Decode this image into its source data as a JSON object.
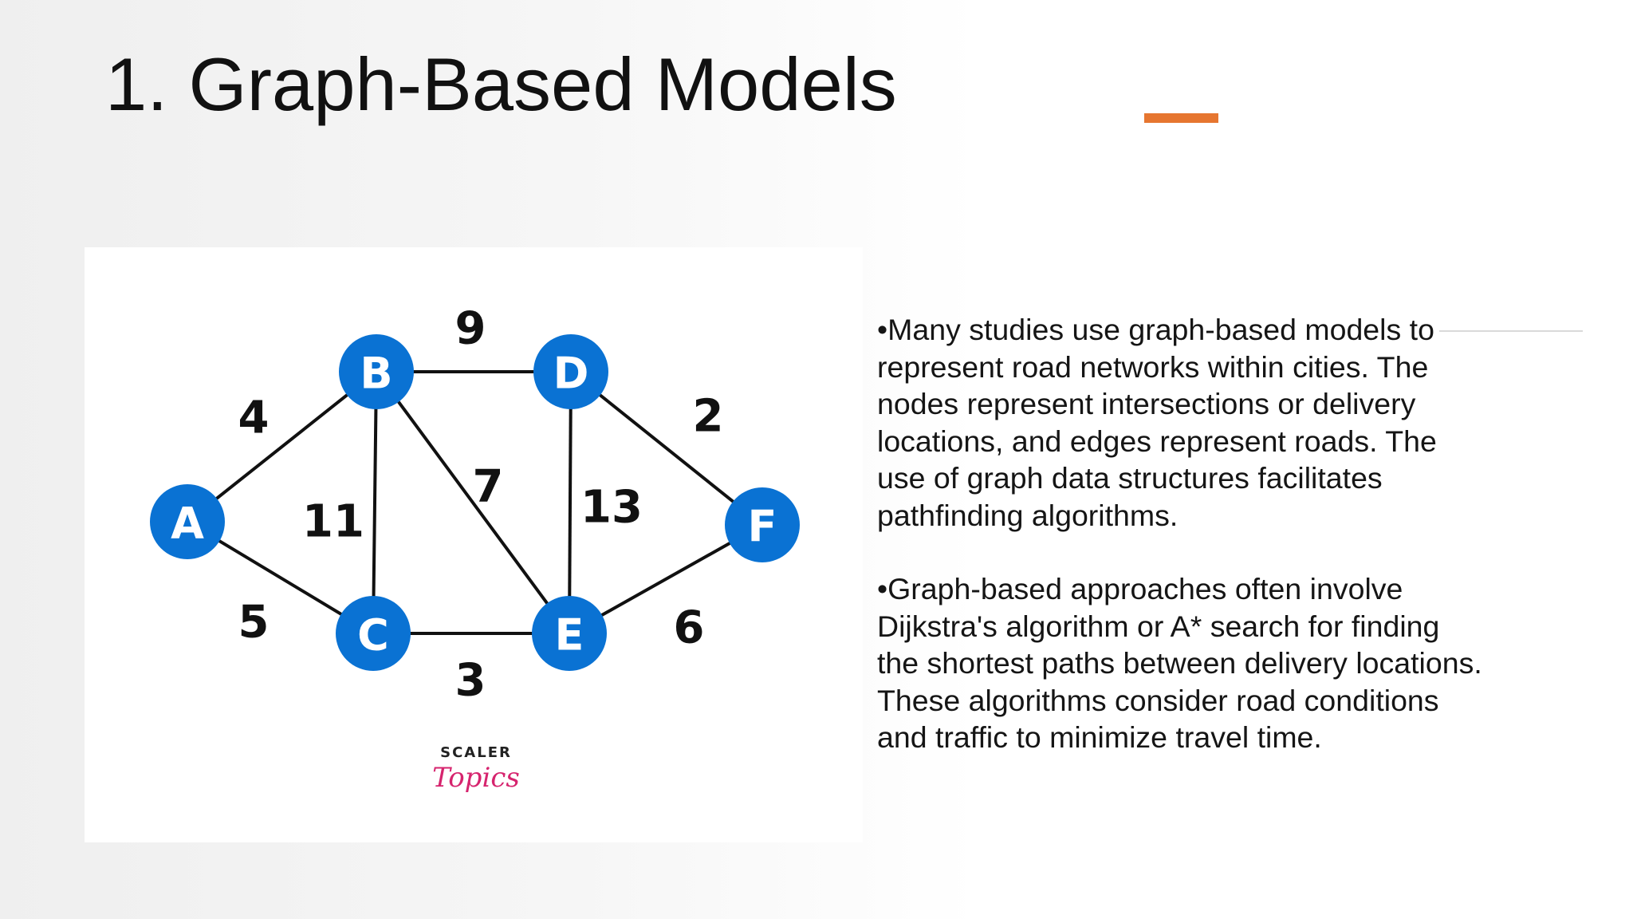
{
  "slide": {
    "title": "1. Graph-Based Models",
    "accent_color": "#e67630"
  },
  "diagram": {
    "node_color": "#0a72d3",
    "nodes": [
      {
        "id": "A",
        "label": "A"
      },
      {
        "id": "B",
        "label": "B"
      },
      {
        "id": "C",
        "label": "C"
      },
      {
        "id": "D",
        "label": "D"
      },
      {
        "id": "E",
        "label": "E"
      },
      {
        "id": "F",
        "label": "F"
      }
    ],
    "edges": [
      {
        "from": "A",
        "to": "B",
        "weight": "4"
      },
      {
        "from": "A",
        "to": "C",
        "weight": "5"
      },
      {
        "from": "B",
        "to": "C",
        "weight": "11"
      },
      {
        "from": "B",
        "to": "D",
        "weight": "9"
      },
      {
        "from": "B",
        "to": "E",
        "weight": "7"
      },
      {
        "from": "C",
        "to": "E",
        "weight": "3"
      },
      {
        "from": "D",
        "to": "E",
        "weight": "13"
      },
      {
        "from": "D",
        "to": "F",
        "weight": "2"
      },
      {
        "from": "E",
        "to": "F",
        "weight": "6"
      }
    ]
  },
  "logo": {
    "top": "SCALER",
    "bottom": "Topics"
  },
  "text": {
    "paragraph_1": "•Many studies use graph-based models to represent road networks within cities. The nodes represent intersections or delivery locations, and edges represent roads. The use of graph data structures facilitates pathfinding algorithms.",
    "paragraph_2": "•Graph-based approaches often involve Dijkstra's algorithm or A* search for finding the shortest paths between delivery locations. These algorithms consider road conditions and traffic to minimize travel time."
  }
}
